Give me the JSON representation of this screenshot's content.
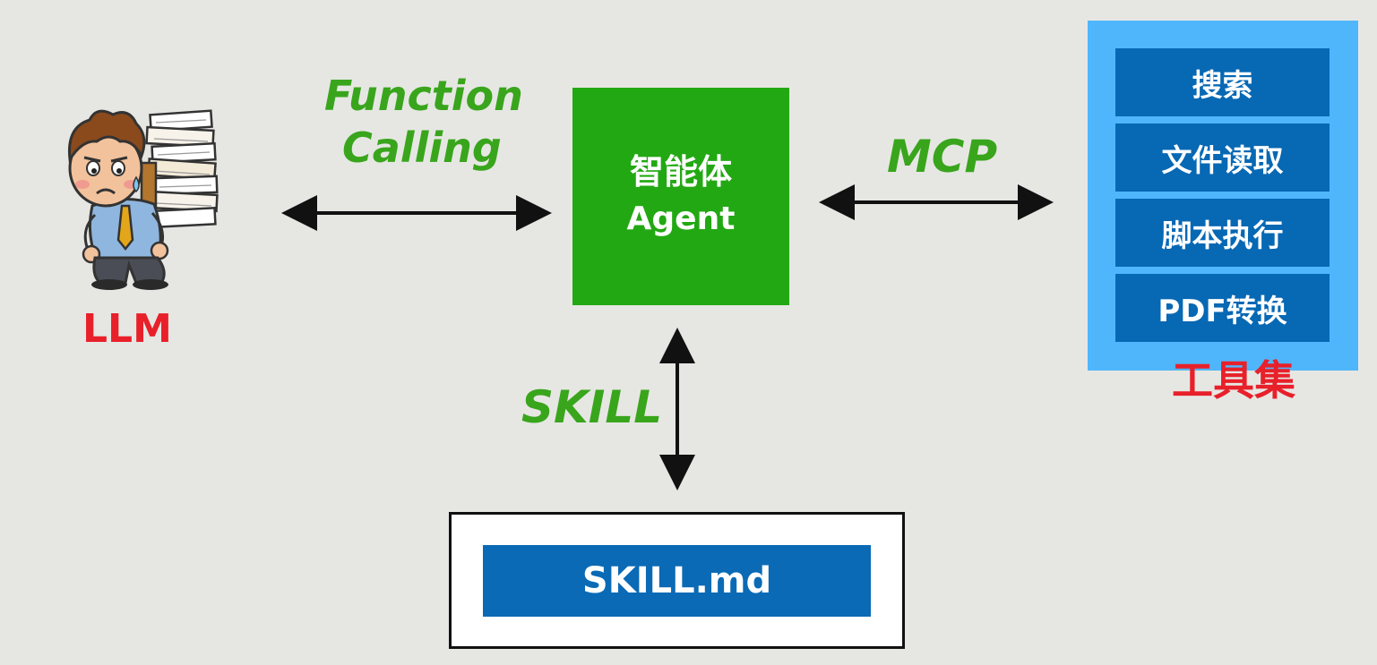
{
  "llm": {
    "label": "LLM",
    "illustration": "stressed-person-carrying-paper-stack-icon"
  },
  "function_calling": {
    "line1": "Function",
    "line2": "Calling"
  },
  "agent": {
    "title_zh": "智能体",
    "title_en": "Agent"
  },
  "mcp": {
    "label": "MCP"
  },
  "skill": {
    "label": "SKILL",
    "file": "SKILL.md"
  },
  "toolset": {
    "label": "工具集",
    "items": [
      "搜索",
      "文件读取",
      "脚本执行",
      "PDF转换"
    ]
  },
  "colors": {
    "background": "#e6e7e3",
    "agent_green": "#22a813",
    "label_green": "#39a51c",
    "label_red": "#e8202a",
    "panel_blue": "#4fb6fb",
    "item_blue": "#0768b4"
  }
}
